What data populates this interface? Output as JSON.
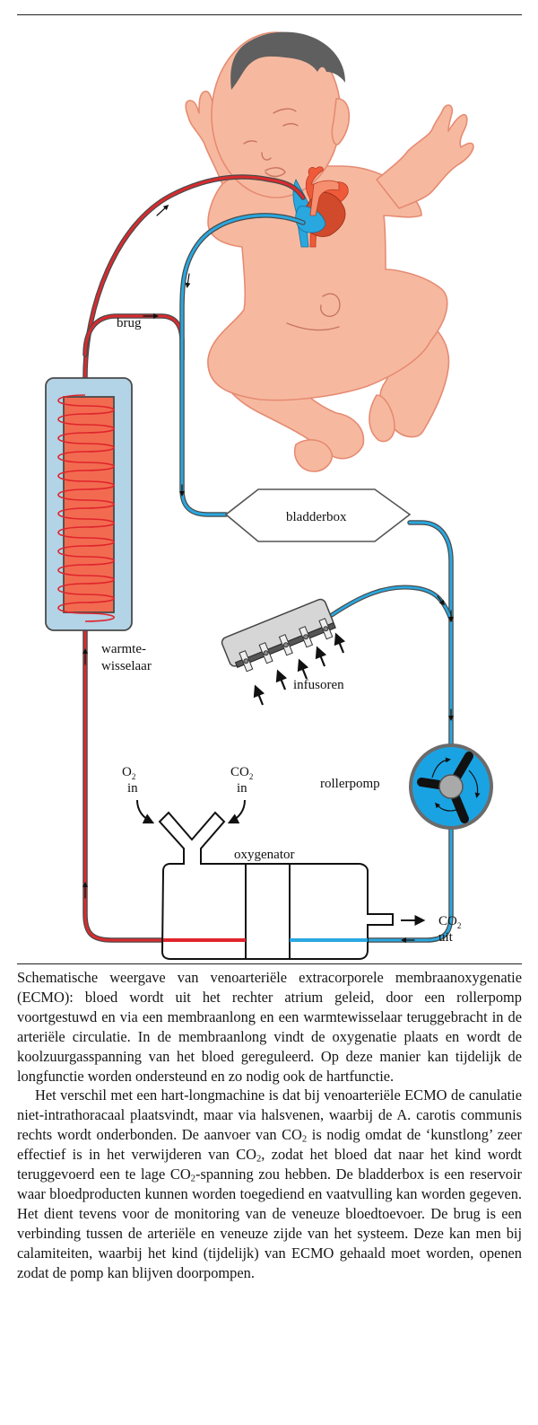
{
  "figure": {
    "labels": {
      "bridge": "brug",
      "heat_exchanger_line1": "warmte-",
      "heat_exchanger_line2": "wisselaar",
      "bladderbox": "bladderbox",
      "infusors": "infusoren",
      "roller_pump": "rollerpomp",
      "oxygenator": "oxygenator",
      "o2_in_gas": "O",
      "o2_in_sub": "2",
      "o2_in_word": "in",
      "co2_in_gas": "CO",
      "co2_in_sub": "2",
      "co2_in_word": "in",
      "co2_out_gas": "CO",
      "co2_out_sub": "2",
      "co2_out_word": "uit"
    },
    "colors": {
      "arterial": "#d92b2f",
      "venous": "#29a8e0",
      "skin": "#f6b9a0",
      "skin_outline": "#e68b72",
      "hair": "#5f5f5f",
      "heat_exchanger_housing": "#b3d3e6",
      "heat_exchanger_core": "#f26b50",
      "pump_body": "#1aa3e3",
      "infusor_manifold": "#d6d6d6"
    }
  },
  "caption": {
    "p1": "Schematische weergave van venoarteriële extracorporele membraanoxygenatie (ECMO): bloed wordt uit het rechter atrium geleid, door een rollerpomp voortgestuwd en via een membraanlong en een warmtewisselaar teruggebracht in de ar­teriële circulatie. In de membraanlong vindt de oxygenatie plaats en wordt de koolzuurgasspanning van het bloed geregu­leerd. Op deze manier kan tijdelijk de longfunctie worden on­dersteund en zo nodig ook de hartfunctie.",
    "p2_a": "Het verschil met een hart-longmachine is dat bij venoarte­riële ECMO de canulatie niet-intrathoracaal plaatsvindt, maar via halsvenen, waarbij de A. carotis communis rechts wordt on­derbonden. De aanvoer van CO",
    "p2_sub1": "2",
    "p2_b": " is nodig omdat de ‘kunstlong’ zeer effectief is in het verwijderen van CO",
    "p2_sub2": "2",
    "p2_c": ", zodat het bloed dat naar het kind wordt teruggevoerd een te lage CO",
    "p2_sub3": "2",
    "p2_d": "-spanning zou hebben. De bladderbox is een reservoir waar bloedpro­ducten kunnen worden toegediend en vaatvulling kan worden gegeven. Het dient tevens voor de monitoring van de veneuze bloedtoevoer. De brug is een verbinding tussen de arteriële en veneuze zijde van het systeem. Deze kan men bij calamiteiten, waarbij het kind (tijdelijk) van ECMO gehaald moet worden, openen zodat de pomp kan blijven doorpompen."
  }
}
